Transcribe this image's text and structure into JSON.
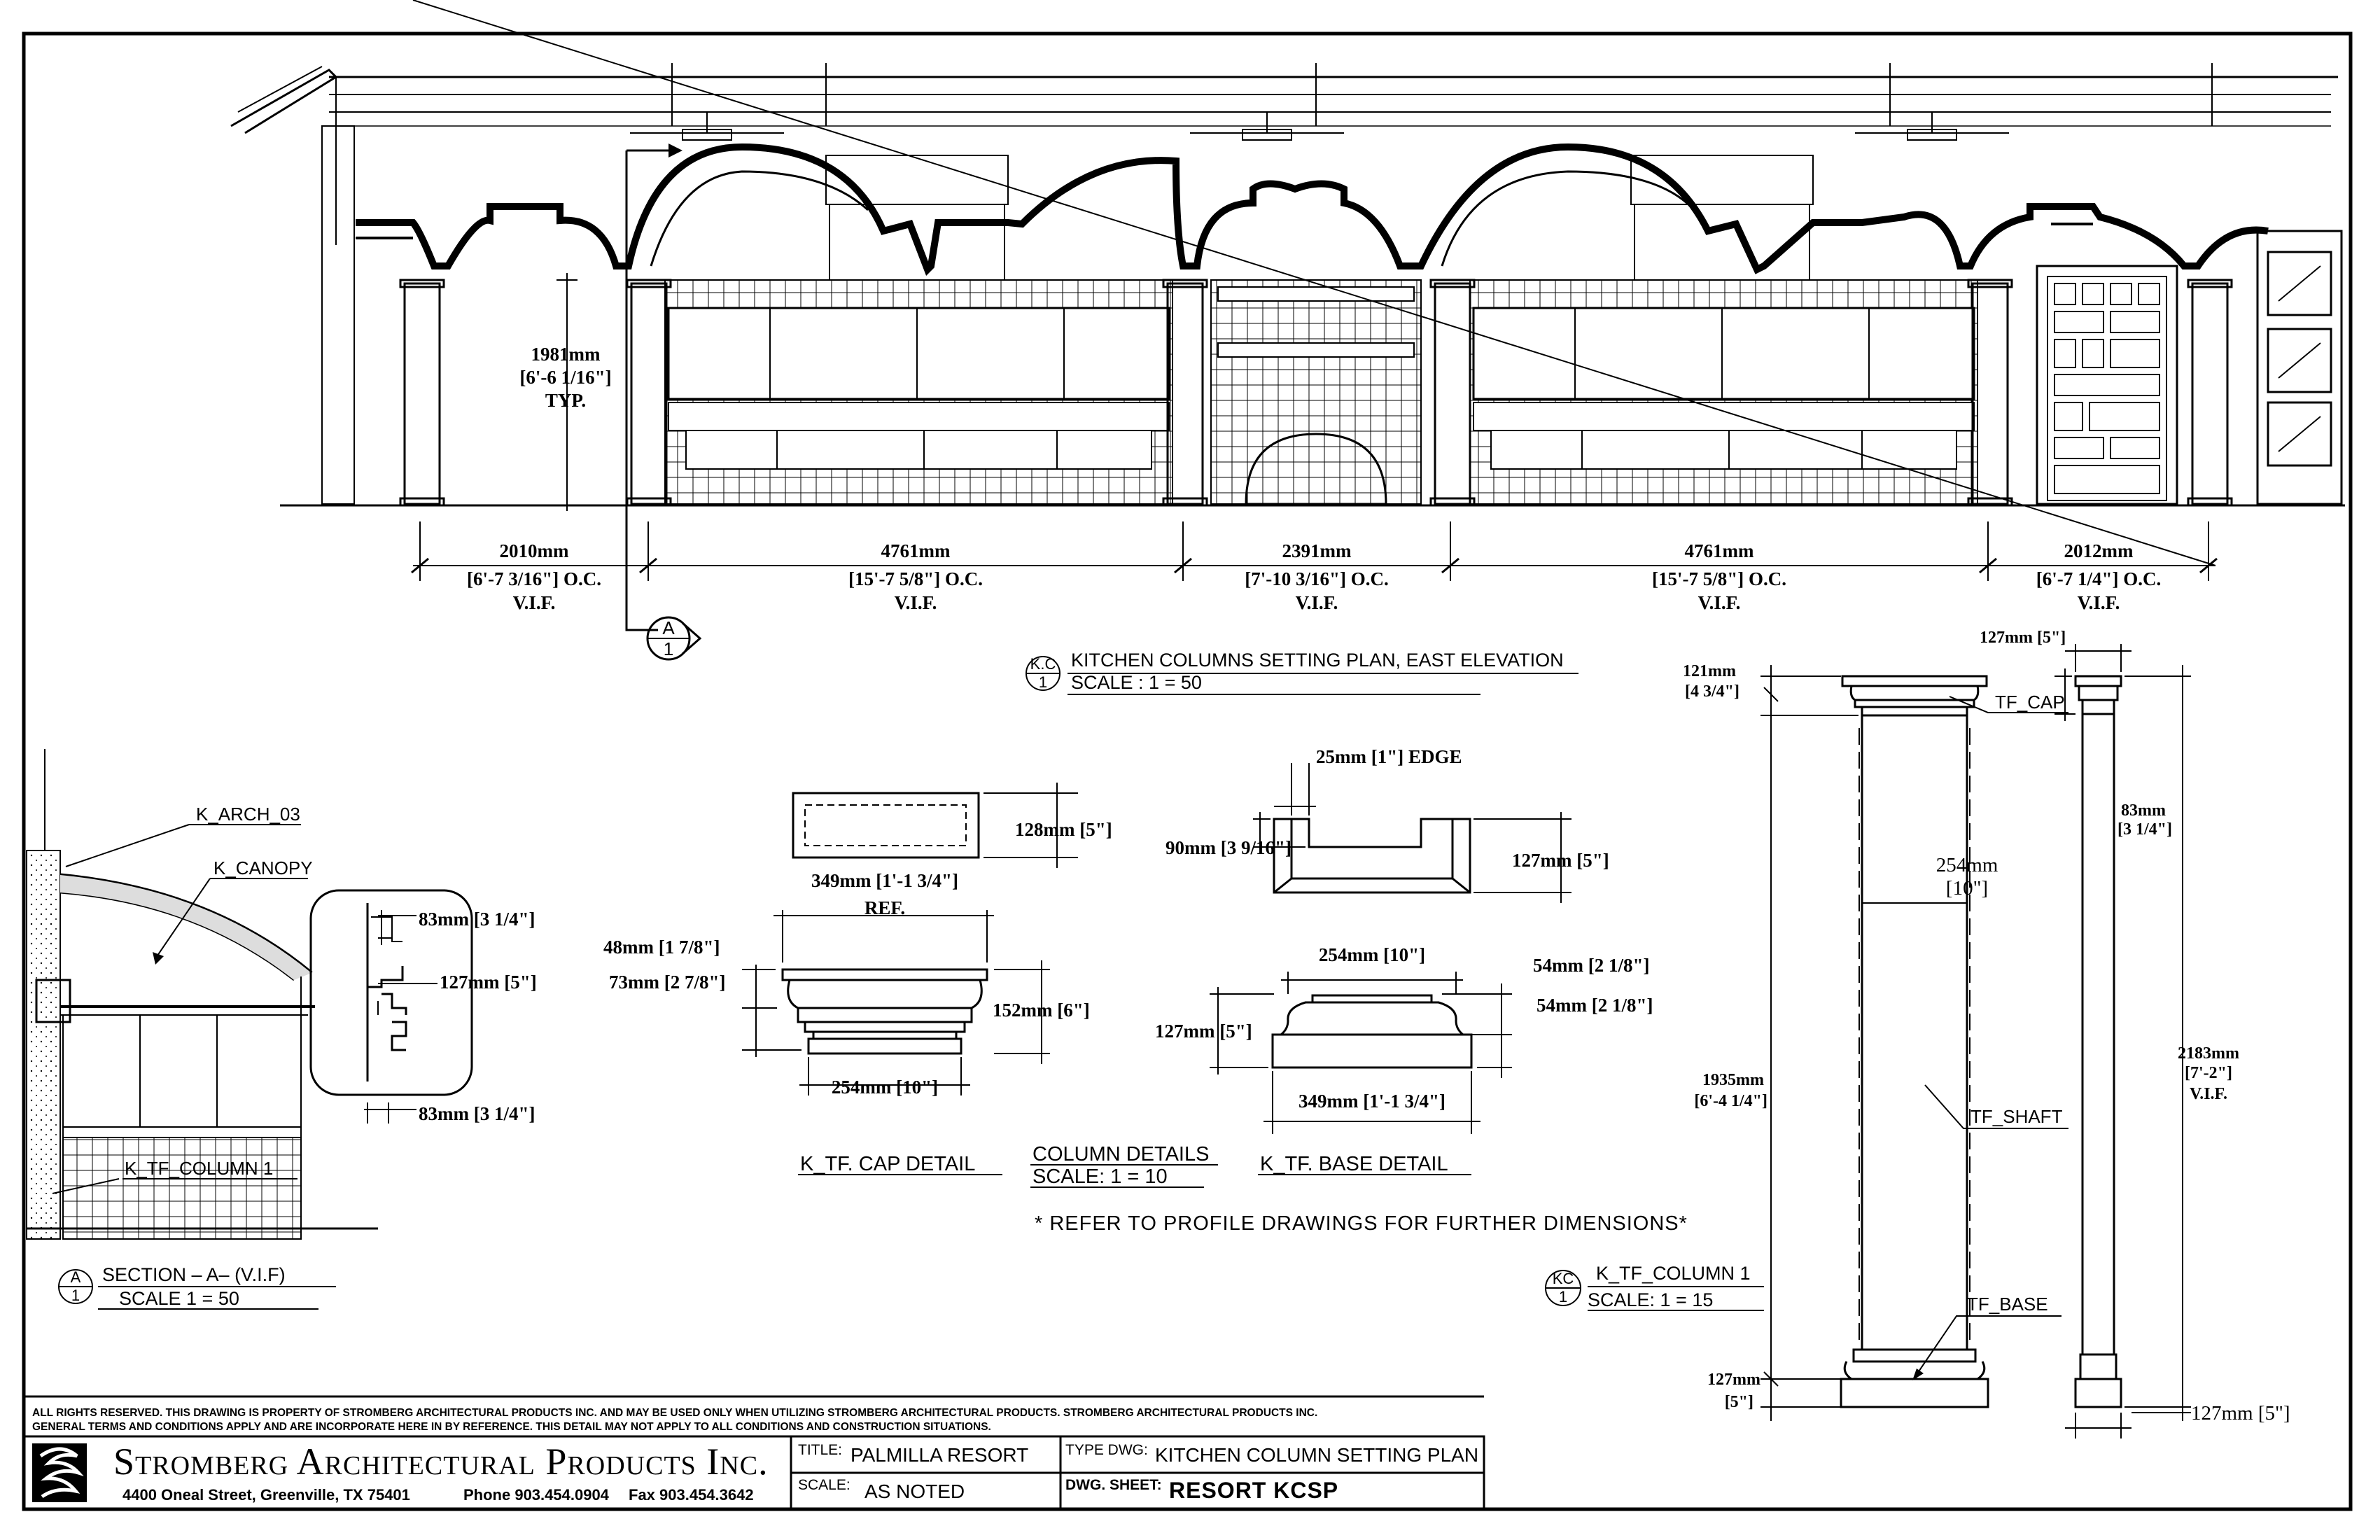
{
  "elevation": {
    "height_dim": {
      "mm": "1981mm",
      "imp": "[6'-6 1/16\"]",
      "note": "TYP."
    },
    "oc_dims": [
      {
        "mm": "2010mm",
        "imp": "[6'-7 3/16\"] O.C.",
        "vif": "V.I.F."
      },
      {
        "mm": "4761mm",
        "imp": "[15'-7 5/8\"] O.C.",
        "vif": "V.I.F."
      },
      {
        "mm": "2391mm",
        "imp": "[7'-10 3/16\"] O.C.",
        "vif": "V.I.F."
      },
      {
        "mm": "4761mm",
        "imp": "[15'-7 5/8\"] O.C.",
        "vif": "V.I.F."
      },
      {
        "mm": "2012mm",
        "imp": "[6'-7 1/4\"] O.C.",
        "vif": "V.I.F."
      }
    ],
    "section_marker": {
      "letter": "A",
      "num": "1"
    },
    "title": {
      "tag_top": "K.C",
      "tag_bottom": "1",
      "name": "KITCHEN COLUMNS SETTING PLAN, EAST ELEVATION",
      "scale": "SCALE :   1 = 50"
    }
  },
  "section": {
    "labels": {
      "arch": "K_ARCH_03",
      "canopy": "K_CANOPY",
      "column": "K_TF_COLUMN 1"
    },
    "dims": {
      "top": "83mm [3 1/4\"]",
      "mid": "127mm [5\"]",
      "bottom": "83mm [3 1/4\"]"
    },
    "title": {
      "tag_top": "A",
      "tag_bottom": "1",
      "name": "SECTION  –  A–  (V.I.F)",
      "scale": "SCALE   1  =  50"
    }
  },
  "details": {
    "ref_block": {
      "height": "128mm [5\"]",
      "width": "349mm [1'-1 3/4\"]",
      "note": "REF."
    },
    "cap": {
      "d1": "48mm [1 7/8\"]",
      "d2": "73mm [2 7/8\"]",
      "height": "152mm [6\"]",
      "width": "254mm [10\"]",
      "title": "K_TF. CAP DETAIL"
    },
    "edge": {
      "edge": "25mm [1\"] EDGE",
      "left": "90mm [3 9/16\"]",
      "right": "127mm [5\"]"
    },
    "base": {
      "top": "254mm [10\"]",
      "d1": "54mm [2 1/8\"]",
      "d2": "54mm [2 1/8\"]",
      "height": "127mm [5\"]",
      "width": "349mm [1'-1 3/4\"]",
      "title": "K_TF. BASE DETAIL"
    },
    "group_title": "COLUMN DETAILS",
    "group_scale": "SCALE:  1  =  10",
    "note": "*  REFER TO PROFILE DRAWINGS FOR FURTHER DIMENSIONS*"
  },
  "column": {
    "cap_mm": "121mm",
    "cap_imp": "[4 3/4\"]",
    "total_mm": "1935mm",
    "total_imp": "[6'-4 1/4\"]",
    "base_mm": "127mm",
    "base_imp": "[5\"]",
    "shaft_mm": "254mm",
    "shaft_imp": "[10\"]",
    "labels": {
      "cap": "TF_CAP",
      "shaft": "TF_SHAFT",
      "base": "TF_BASE"
    },
    "side_top": "127mm [5\"]",
    "side_cap_mm": "83mm",
    "side_cap_imp": "[3 1/4\"]",
    "height_mm": "2183mm",
    "height_imp": "[7'-2\"]",
    "height_vif": "V.I.F.",
    "side_bottom": "127mm  [5\"]",
    "title": {
      "tag_top": "KC",
      "tag_bottom": "1",
      "name": "K_TF_COLUMN 1",
      "scale": "SCALE:  1  =  15"
    }
  },
  "footer": {
    "disclaimer_1": "ALL RIGHTS RESERVED. THIS DRAWING IS PROPERTY OF STROMBERG ARCHITECTURAL PRODUCTS INC. AND MAY BE USED ONLY WHEN UTILIZING STROMBERG ARCHITECTURAL PRODUCTS.  STROMBERG ARCHITECTURAL PRODUCTS INC.",
    "disclaimer_2": "GENERAL TERMS AND CONDITIONS APPLY AND ARE INCORPORATE HERE IN BY REFERENCE.  THIS DETAIL MAY NOT APPLY TO ALL CONDITIONS AND CONSTRUCTION SITUATIONS.",
    "company": "Stromberg Architectural Products Inc.",
    "address": "4400 Oneal Street, Greenville, TX  75401",
    "phone": "Phone 903.454.0904",
    "fax": "Fax 903.454.3642",
    "title_label": "TITLE:",
    "title_value": "PALMILLA RESORT",
    "scale_label": "SCALE:",
    "scale_value": "AS NOTED",
    "type_label": "TYPE DWG:",
    "type_value": "KITCHEN COLUMN SETTING PLAN",
    "sheet_label": "DWG. SHEET:",
    "sheet_value": "RESORT KCSP"
  }
}
